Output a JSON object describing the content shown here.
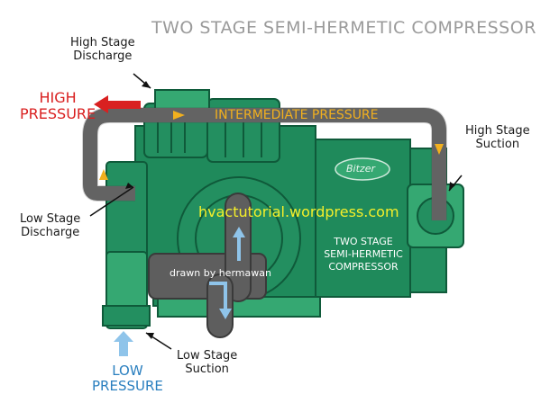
{
  "title": "TWO STAGE SEMI-HERMETIC COMPRESSOR",
  "labels": {
    "high_stage_discharge": [
      "High Stage",
      "Discharge"
    ],
    "high_pressure": [
      "HIGH",
      "PRESSURE"
    ],
    "intermediate_pressure": "INTERMEDIATE PRESSURE",
    "high_stage_suction": [
      "High Stage",
      "Suction"
    ],
    "low_stage_discharge": [
      "Low Stage",
      "Discharge"
    ],
    "low_stage_suction": [
      "Low Stage",
      "Suction"
    ],
    "low_pressure": [
      "LOW",
      "PRESSURE"
    ],
    "watermark": "hvactutorial.wordpress.com",
    "credit": "drawn by hermawan",
    "brand": "Bitzer",
    "panel": [
      "TWO STAGE",
      "SEMI-HERMETIC",
      "COMPRESSOR"
    ]
  },
  "colors": {
    "body_green": "#1f8a5b",
    "dark_green": "#0f5a3a",
    "light_green": "#35a872",
    "pipe_gray": "#6b6b6b",
    "intermediate_text": "#f2b01e",
    "high_pressure_red": "#d92020",
    "low_pressure_blue": "#2a7fbf",
    "watermark_yellow": "#f5ef2a",
    "light_blue_arrow": "#8fc4ea"
  }
}
